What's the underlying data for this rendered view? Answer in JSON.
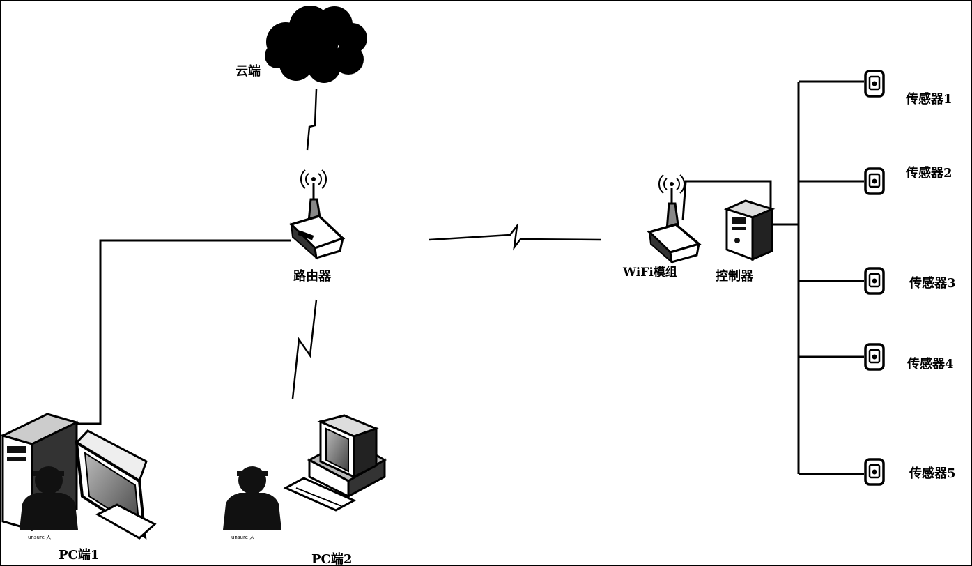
{
  "labels": {
    "cloud": "云端",
    "router": "路由器",
    "wifi_module": "WiFi模组",
    "controller": "控制器",
    "sensors": [
      "传感器1",
      "传感器2",
      "传感器3",
      "传感器4",
      "传感器5"
    ],
    "pc1": "PC端1",
    "pc2": "PC端2",
    "user_caption": "unsure 人"
  },
  "icons": {
    "cloud": "cloud-icon",
    "router": "router-icon",
    "wifi_module": "wifi-router-icon",
    "controller": "server-icon",
    "sensor": "sensor-icon",
    "pc": "desktop-computer-icon",
    "user": "user-icon",
    "link": "wireless-link-icon"
  },
  "colors": {
    "line": "#000000",
    "background": "#ffffff"
  }
}
